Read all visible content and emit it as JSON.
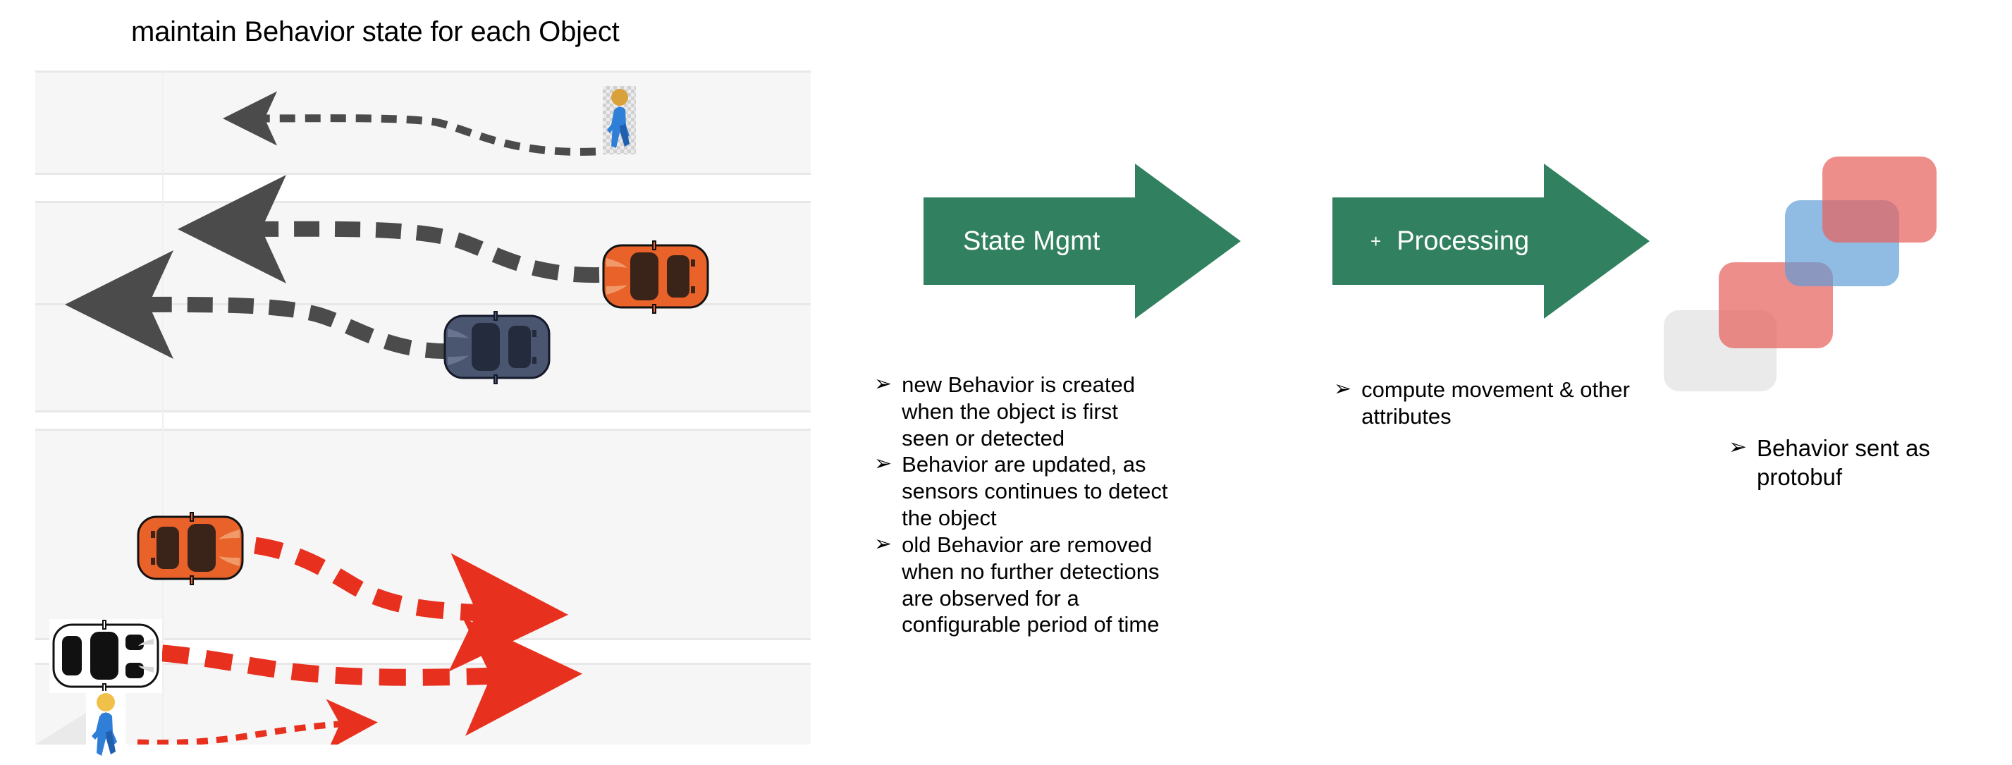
{
  "slide": {
    "title": "maintain Behavior state for each Object"
  },
  "road_scene": {
    "name": "traffic-scene-illustration",
    "lane_background": "#f6f6f6",
    "lane_edge_color": "#e8e8e8",
    "actors": [
      {
        "id": "pedestrian-top",
        "type": "pedestrian",
        "color": "#2f7ed8",
        "head_color": "#d9a13b",
        "direction": "left",
        "track_color": "#4b4b4b",
        "track_style": "dashed"
      },
      {
        "id": "car-orange-upper",
        "type": "car",
        "color": "#e8622a",
        "direction": "left",
        "track_color": "#4b4b4b",
        "track_style": "dashed"
      },
      {
        "id": "car-navy",
        "type": "car",
        "color": "#4a5570",
        "direction": "left",
        "track_color": "#4b4b4b",
        "track_style": "dashed"
      },
      {
        "id": "car-orange-lower",
        "type": "car",
        "color": "#e8622a",
        "direction": "right",
        "track_color": "#e8301f",
        "track_style": "dashed"
      },
      {
        "id": "car-white",
        "type": "car",
        "color": "#ffffff",
        "direction": "right",
        "track_color": "#e8301f",
        "track_style": "dashed"
      },
      {
        "id": "pedestrian-bottom",
        "type": "pedestrian",
        "color": "#2f7ed8",
        "head_color": "#f0c04a",
        "direction": "right",
        "track_color": "#e8301f",
        "track_style": "dashed"
      }
    ]
  },
  "flow": {
    "accent_green": "#31805f",
    "arrows": [
      {
        "id": "state-mgmt",
        "label": "State Mgmt",
        "prefix": ""
      },
      {
        "id": "processing",
        "label": "Processing",
        "prefix": "+"
      }
    ]
  },
  "bullets": {
    "glyph": "➢",
    "state_mgmt": [
      "new Behavior is created when the object is first seen or detected",
      "Behavior are updated, as sensors continues to detect the object",
      "old Behavior are removed when no further detections are observed for a configurable period of time"
    ],
    "processing": [
      "compute movement & other attributes"
    ],
    "output": [
      "Behavior sent as protobuf"
    ]
  },
  "card_stack": {
    "name": "stacked-behavior-cards",
    "cards": [
      {
        "id": "card-red-top",
        "color": "#e8635e",
        "opacity": 0.78
      },
      {
        "id": "card-blue",
        "color": "#5b9bd5",
        "opacity": 0.68
      },
      {
        "id": "card-red-bottom",
        "color": "#e8635e",
        "opacity": 0.72
      },
      {
        "id": "card-gray",
        "color": "#d9d9d9",
        "opacity": 0.55
      }
    ]
  }
}
